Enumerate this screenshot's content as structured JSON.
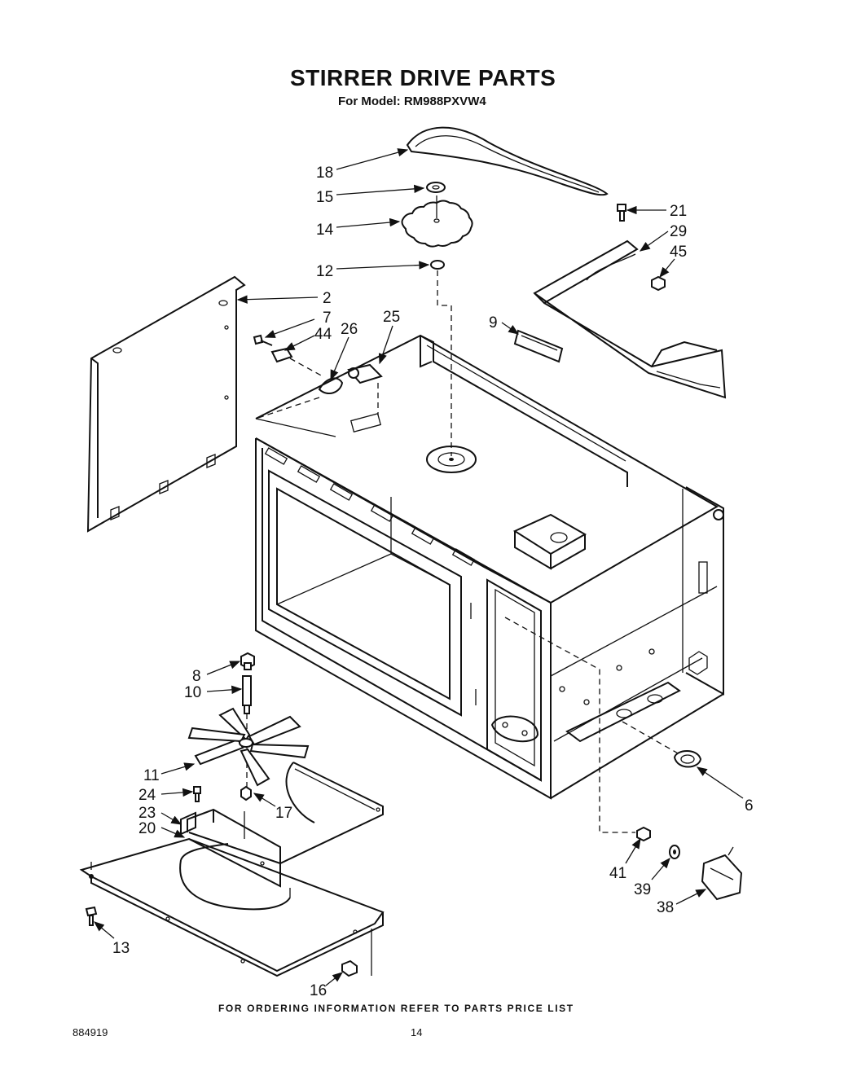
{
  "header": {
    "title": "STIRRER DRIVE PARTS",
    "subtitle": "For Model: RM988PXVW4"
  },
  "callouts": [
    "18",
    "15",
    "14",
    "12",
    "2",
    "7",
    "44",
    "26",
    "25",
    "21",
    "29",
    "45",
    "9",
    "8",
    "10",
    "11",
    "24",
    "23",
    "20",
    "17",
    "6",
    "41",
    "39",
    "38",
    "13",
    "16"
  ],
  "footer": {
    "note": "FOR ORDERING INFORMATION REFER TO PARTS PRICE LIST",
    "doc_number": "884919",
    "page_number": "14"
  }
}
